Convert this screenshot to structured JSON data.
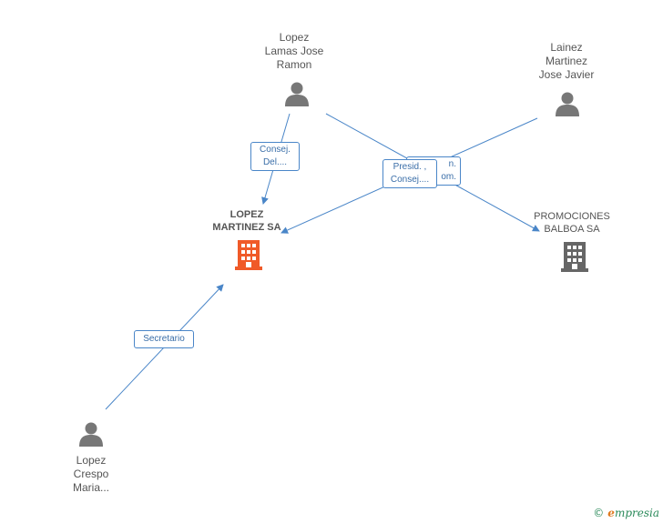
{
  "nodes": {
    "lopez_lamas": {
      "lines": [
        "Lopez",
        "Lamas Jose",
        "Ramon"
      ],
      "icon": "person-icon"
    },
    "lainez_martinez": {
      "lines": [
        "Lainez",
        "Martinez",
        "Jose Javier"
      ],
      "icon": "person-icon"
    },
    "lopez_martinez_sa": {
      "lines": [
        "LOPEZ",
        "MARTINEZ SA"
      ],
      "icon": "building-icon",
      "color": "#f05a28"
    },
    "promociones_balboa": {
      "lines": [
        "PROMOCIONES",
        "BALBOA SA"
      ],
      "icon": "building-icon",
      "color": "#666666"
    },
    "lopez_crespo": {
      "lines": [
        "Lopez",
        "Crespo",
        "Maria..."
      ],
      "icon": "person-icon"
    }
  },
  "edges": {
    "consej_del": {
      "lines": [
        "Consej.",
        "Del...."
      ]
    },
    "presid_consej": {
      "lines": [
        "Presid. ,",
        "Consej...."
      ]
    },
    "hidden_behind": {
      "lines": [
        "n.",
        "om."
      ]
    },
    "secretario": {
      "lines": [
        "Secretario"
      ]
    }
  },
  "colors": {
    "edge": "#4a86c8",
    "person": "#777777"
  },
  "footer": {
    "copyright_symbol": "©",
    "brand_first": "e",
    "brand_rest": "mpresia"
  }
}
